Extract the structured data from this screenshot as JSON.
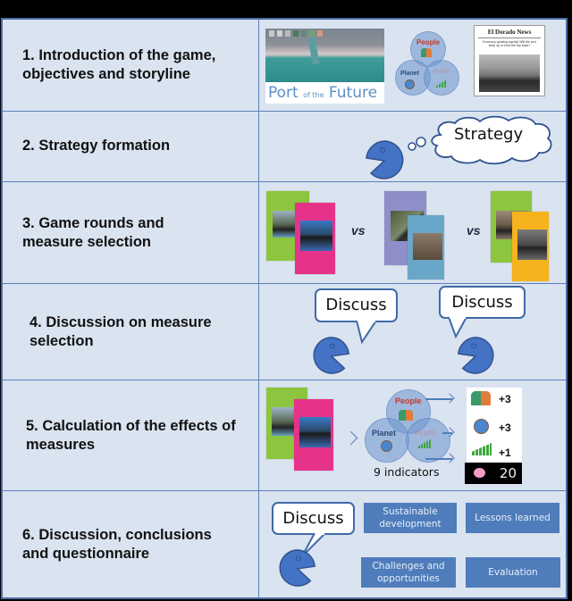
{
  "steps": [
    {
      "label": "1. Introduction of the game, objectives and storyline"
    },
    {
      "label": "2. Strategy formation"
    },
    {
      "label": "3. Game rounds and measure selection"
    },
    {
      "label": "4. Discussion on measure selection"
    },
    {
      "label": "5. Calculation of the effects of measures"
    },
    {
      "label": "6. Discussion, conclusions and questionnaire"
    }
  ],
  "row1": {
    "port_title_a": "Port",
    "port_title_b": "of the",
    "port_title_c": "Future",
    "venn": {
      "people": "People",
      "planet": "Planet",
      "profit": "Profit"
    },
    "newspaper": {
      "masthead": "El Dorado News",
      "headline": "Economy growing rapidly! Will the port keep up or hold the city back?"
    }
  },
  "row2": {
    "thought": "Strategy"
  },
  "row3": {
    "vs1": "vs",
    "vs2": "vs"
  },
  "row4": {
    "bubble_left": "Discuss",
    "bubble_right": "Discuss"
  },
  "row5": {
    "venn": {
      "people": "People",
      "planet": "Planet",
      "profit": "Profit"
    },
    "indicators_label": "9 indicators",
    "scores": {
      "people": "+3",
      "planet": "+3",
      "profit": "+1",
      "budget": "20"
    }
  },
  "row6": {
    "bubble": "Discuss",
    "topics": [
      "Sustainable development",
      "Lessons learned",
      "Challenges and opportunities",
      "Evaluation"
    ]
  },
  "colors": {
    "table_bg": "#dae3f0",
    "grid_line": "#5b80bd",
    "accent_blue": "#4f7dbc",
    "card_green": "#8cc63f",
    "card_pink": "#e6338a",
    "card_purple": "#8e8fc9",
    "card_teal": "#6aa6c8",
    "card_yellow": "#f5b41e"
  }
}
